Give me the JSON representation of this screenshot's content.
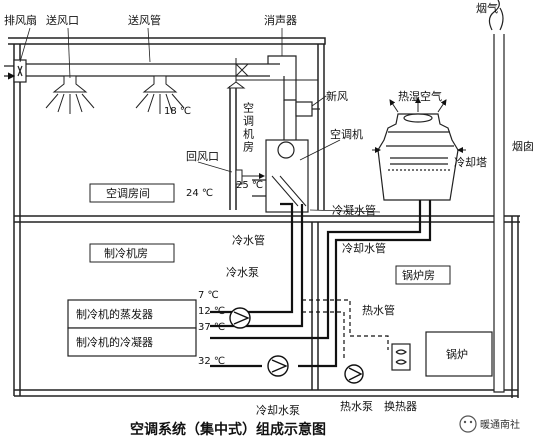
{
  "labels": {
    "exhaust_fan": "排风扇",
    "supply_outlet": "送风口",
    "supply_duct": "送风管",
    "muffler": "消声器",
    "flue_gas": "烟气",
    "fresh_air": "新风",
    "hot_humid_air": "热湿空气",
    "ac_room": "空调机房",
    "ac_unit": "空调机",
    "return_outlet": "回风口",
    "cooling_tower": "冷却塔",
    "chimney": "烟囱",
    "ac_space": "空调房间",
    "condensate_pipe": "冷凝水管",
    "chilled_water_pipe": "冷水管",
    "cooling_water_pipe": "冷却水管",
    "chiller_room": "制冷机房",
    "chilled_water_pump": "冷水泵",
    "boiler_room": "锅炉房",
    "evaporator": "制冷机的蒸发器",
    "condenser": "制冷机的冷凝器",
    "hot_water_pipe": "热水管",
    "boiler": "锅炉",
    "cooling_water_pump": "冷却水泵",
    "hot_water_pump": "热水泵",
    "heat_exchanger": "换热器"
  },
  "temps": {
    "supply_air": "18 ℃",
    "room": "24 ℃",
    "return_air": "25 ℃",
    "evap_7": "7 ℃",
    "evap_12": "12 ℃",
    "cond_37": "37 ℃",
    "cond_32": "32 ℃"
  },
  "caption": "空调系统（集中式）组成示意图",
  "watermark": "暖通南社",
  "icons": [
    "fan-icon",
    "diffuser-icon",
    "pump-icon",
    "valve-icon",
    "wechat-icon"
  ]
}
